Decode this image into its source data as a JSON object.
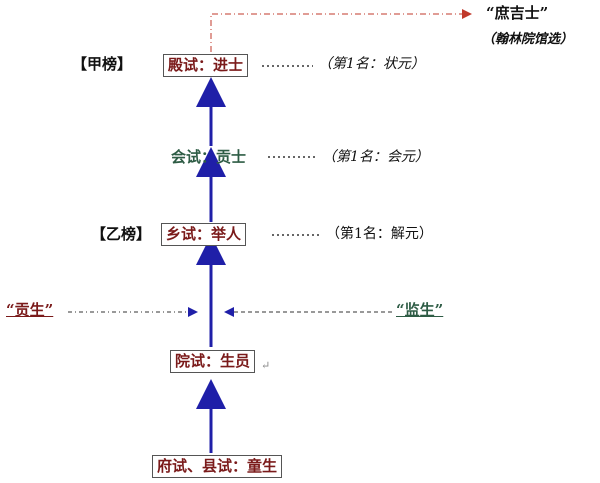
{
  "colors": {
    "arrow_blue": "#1f1fa8",
    "dashed_red": "#c0392b",
    "text_red": "#7a1a1a",
    "text_green": "#2e5c45",
    "dot_line": "#333333"
  },
  "top_target": {
    "title": "“庶吉士”",
    "subtitle": "（翰林院馆选）"
  },
  "levels": {
    "dianshi": {
      "side_label": "【甲榜】",
      "box": "殿试：进士",
      "note": "（第1名：状元）"
    },
    "huishi": {
      "label": "会试：贡士",
      "note": "（第1名：会元）"
    },
    "xiangshi": {
      "side_label": "【乙榜】",
      "box": "乡试：举人",
      "note": "（第1名：解元）"
    },
    "yuanshi": {
      "box": "院试：生员",
      "mark": "↵"
    },
    "fushi": {
      "box": "府试、县试：童生"
    }
  },
  "side_inputs": {
    "left": "“贡生”",
    "right": "“监生”"
  }
}
